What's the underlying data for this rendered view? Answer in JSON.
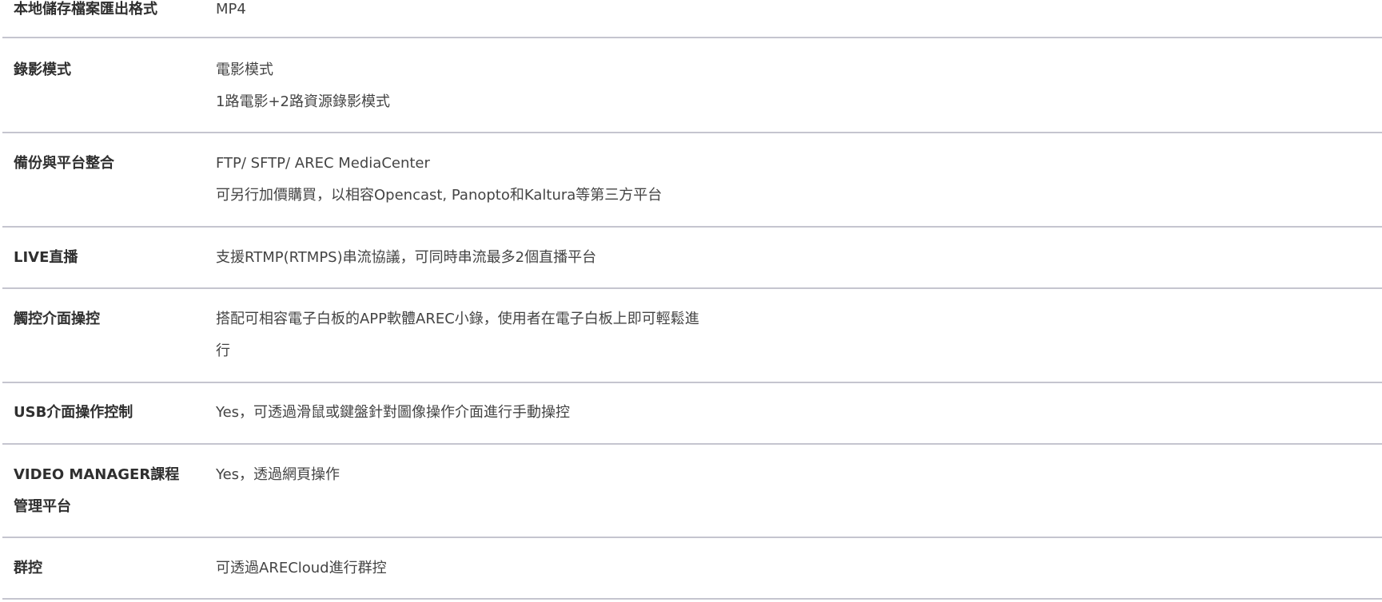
{
  "rows": [
    {
      "label": "本地儲存檔案匯出格式",
      "values": [
        "MP4"
      ]
    },
    {
      "label": "錄影模式",
      "values": [
        "電影模式",
        "1路電影+2路資源錄影模式"
      ]
    },
    {
      "label": "備份與平台整合",
      "values": [
        "FTP/ SFTP/ AREC MediaCenter",
        "可另行加價購買，以相容Opencast, Panopto和Kaltura等第三方平台"
      ]
    },
    {
      "label": "LIVE直播",
      "values": [
        "支援RTMP(RTMPS)串流協議，可同時串流最多2個直播平台"
      ]
    },
    {
      "label": "觸控介面操控",
      "values": [
        "搭配可相容電子白板的APP軟體AREC小錄，使用者在電子白板上即可輕鬆進",
        "行"
      ]
    },
    {
      "label": "USB介面操作控制",
      "values": [
        "Yes，可透過滑鼠或鍵盤針對圖像操作介面進行手動操控"
      ]
    },
    {
      "label": "VIDEO MANAGER課程",
      "label2": "管理平台",
      "values": [
        "Yes，透過網頁操作"
      ]
    },
    {
      "label": "群控",
      "values": [
        "可透過ARECloud進行群控"
      ]
    }
  ]
}
